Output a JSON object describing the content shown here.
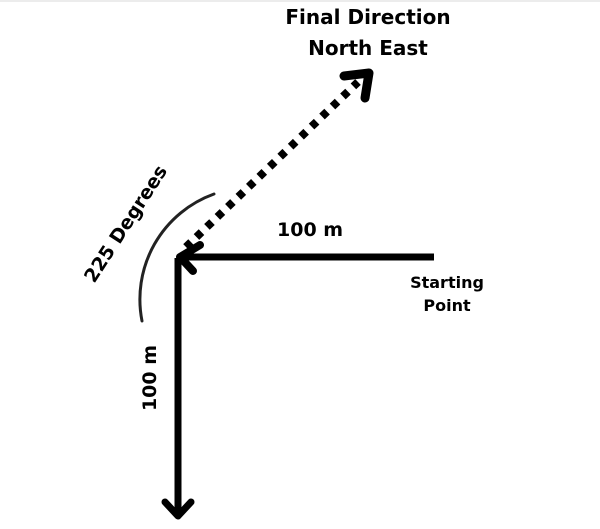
{
  "title": {
    "line1": "Final Direction",
    "line2": "North East"
  },
  "labels": {
    "horizontal_distance": "100 m",
    "vertical_distance": "100 m",
    "angle": "225 Degrees",
    "start_line1": "Starting",
    "start_line2": "Point"
  },
  "diagram": {
    "legs": [
      {
        "name": "leg-1",
        "direction": "west",
        "distance": "100 m",
        "style": "solid"
      },
      {
        "name": "leg-2",
        "direction": "south",
        "distance": "100 m",
        "style": "solid"
      },
      {
        "name": "final-direction",
        "direction": "north-east",
        "style": "dotted"
      }
    ],
    "turn_angle": "225 Degrees",
    "colors": {
      "stroke": "#000000",
      "arc": "#222222",
      "background": "#ffffff"
    }
  }
}
